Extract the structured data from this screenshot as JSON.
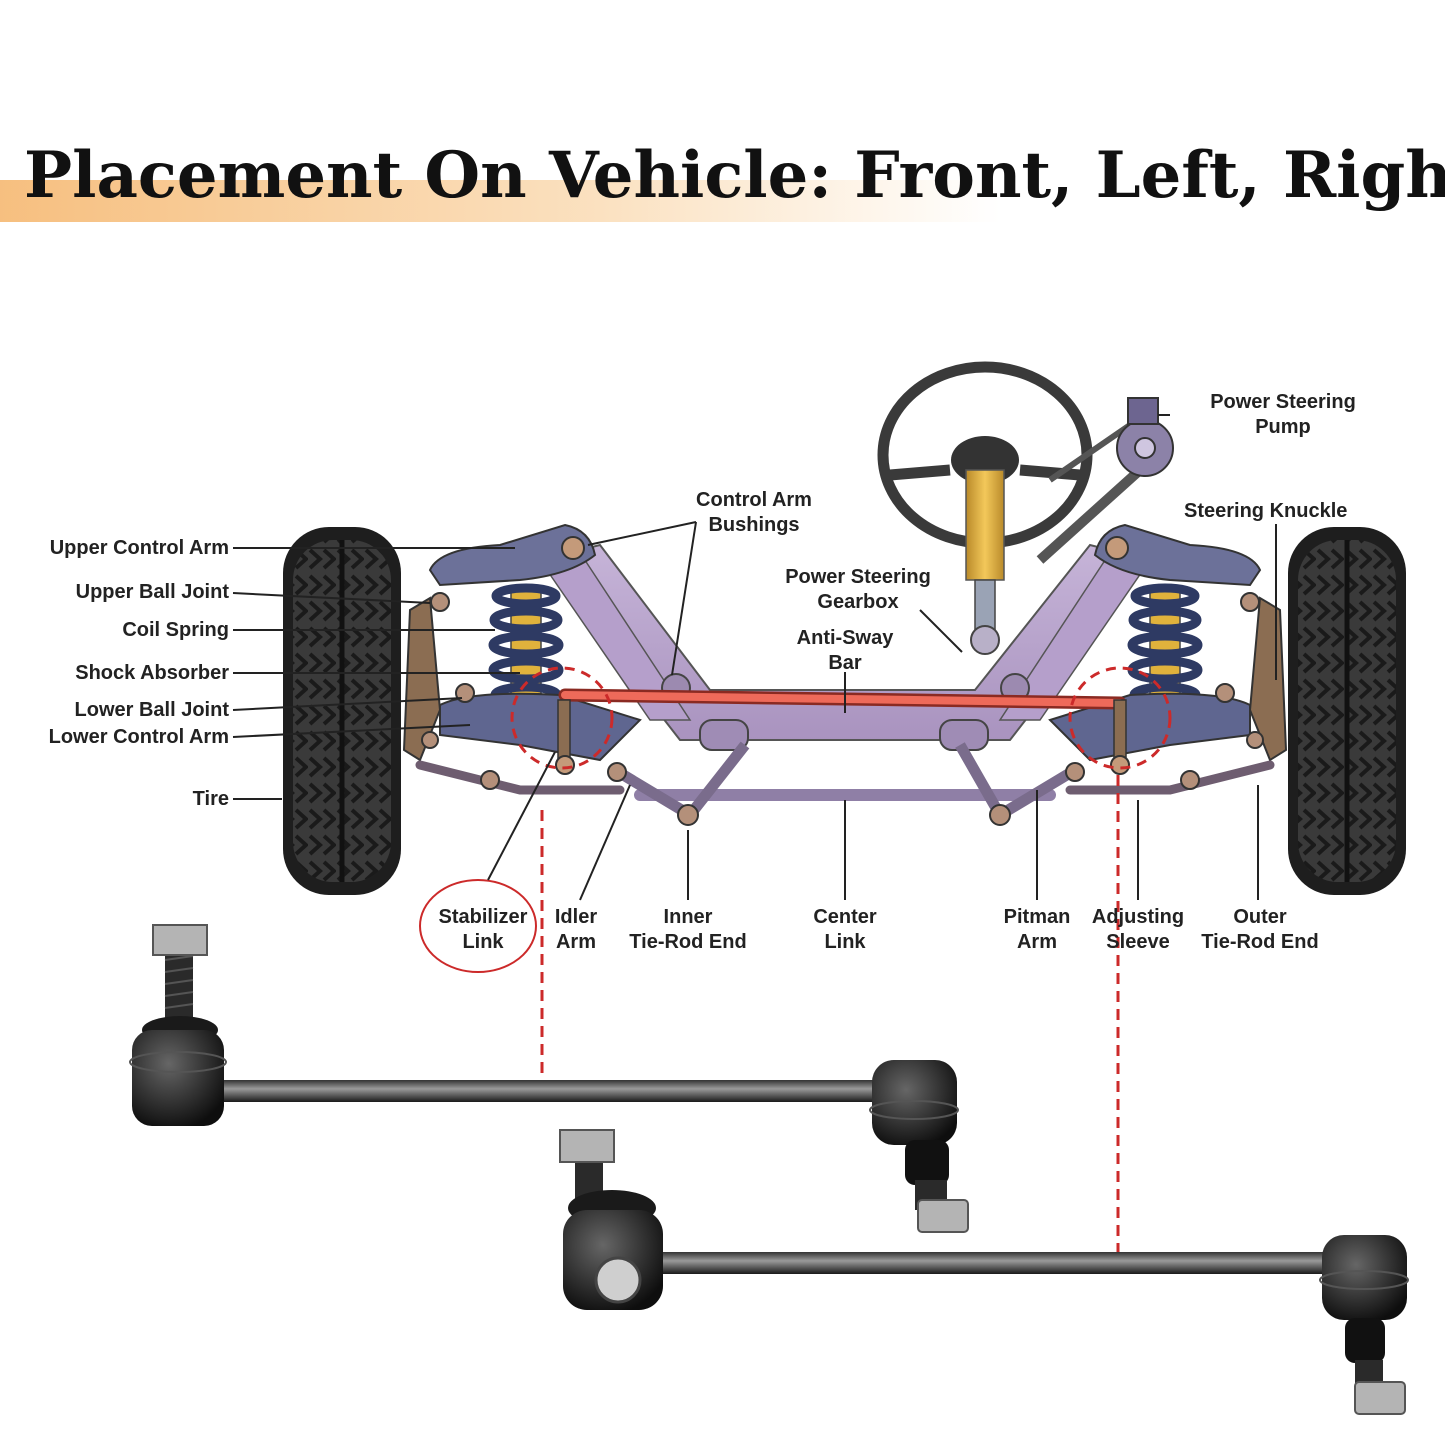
{
  "title": "Placement On Vehicle: Front, Left, Right",
  "left_labels": {
    "upper_control_arm": "Upper Control Arm",
    "upper_ball_joint": "Upper Ball Joint",
    "coil_spring": "Coil Spring",
    "shock_absorber": "Shock Absorber",
    "lower_ball_joint": "Lower Ball Joint",
    "lower_control_arm": "Lower Control Arm",
    "tire": "Tire"
  },
  "top_labels": {
    "control_arm_bushings": [
      "Control Arm",
      "Bushings"
    ],
    "power_steering_gearbox": [
      "Power Steering",
      "Gearbox"
    ],
    "anti_sway_bar": [
      "Anti-Sway",
      "Bar"
    ],
    "power_steering_pump": [
      "Power Steering",
      "Pump"
    ],
    "steering_knuckle": "Steering Knuckle"
  },
  "bottom_labels": {
    "stabilizer_link": [
      "Stabilizer",
      "Link"
    ],
    "idler_arm": [
      "Idler",
      "Arm"
    ],
    "inner_tie_rod_end": [
      "Inner",
      "Tie-Rod End"
    ],
    "center_link": [
      "Center",
      "Link"
    ],
    "pitman_arm": [
      "Pitman",
      "Arm"
    ],
    "adjusting_sleeve": [
      "Adjusting",
      "Sleeve"
    ],
    "outer_tie_rod_end": [
      "Outer",
      "Tie-Rod End"
    ]
  },
  "colors": {
    "frame": "#b7a3c9",
    "control_arm": "#6a6f9a",
    "spring": "#2e3a63",
    "sway_bar": "#e8584a",
    "highlight": "#cc2a2a",
    "tire": "#333333",
    "title_band": "#f5b469"
  }
}
